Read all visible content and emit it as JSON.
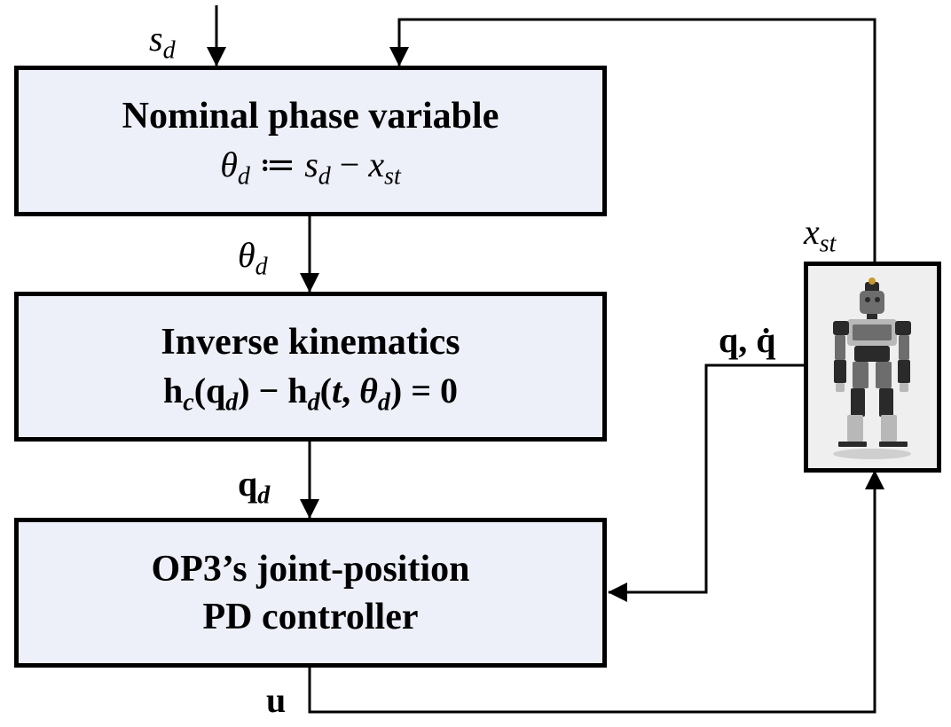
{
  "colors": {
    "block_fill": "#edf0f8",
    "line": "#000000",
    "robot_bg": "#efefef",
    "robot_dark": "#2a2a2a",
    "robot_mid": "#6d6d6d",
    "robot_light": "#b8b8b8",
    "robot_accent": "#c89a2a"
  },
  "blocks": {
    "phase": {
      "title": "Nominal phase variable",
      "eq": {
        "theta": "θ",
        "d1": "d",
        "op": " ≔ ",
        "s": "s",
        "d2": "d",
        "minus": " − ",
        "x": "x",
        "st": "st"
      }
    },
    "ik": {
      "title": "Inverse kinematics",
      "eq": {
        "h1": "h",
        "c": "c",
        "open1": "(",
        "q": "q",
        "d1": "d",
        "close1": ")",
        "minus": " − ",
        "h2": "h",
        "d2": "d",
        "open2": "(",
        "t": "t",
        "comma": ", ",
        "theta": "θ",
        "d3": "d",
        "close2": ")",
        "equals": " = ",
        "zero": "0"
      }
    },
    "pd": {
      "line1": "OP3’s joint-position",
      "line2": "PD controller"
    }
  },
  "signals": {
    "sd": {
      "main": "s",
      "sub": "d"
    },
    "theta_d": {
      "main": "θ",
      "sub": "d"
    },
    "q_d": {
      "main": "q",
      "sub": "d"
    },
    "u": "u",
    "x_st": {
      "main": "x",
      "sub": "st"
    },
    "q_qdot": "q, q̇"
  },
  "robot": {
    "icon": "humanoid-robot-icon"
  }
}
